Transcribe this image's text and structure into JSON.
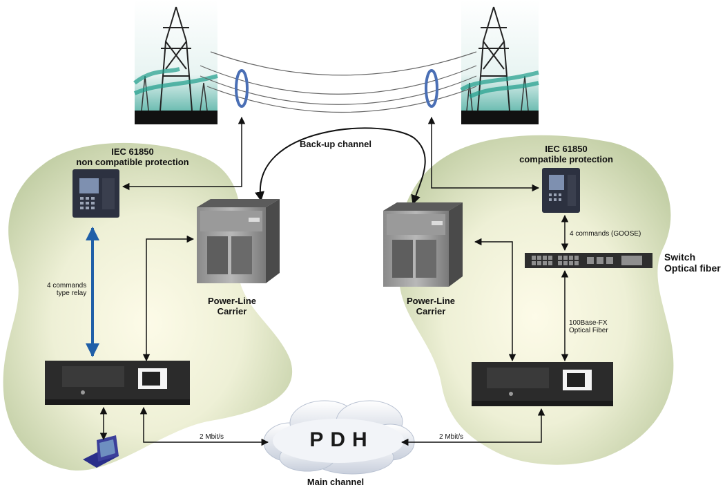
{
  "diagram": {
    "backup_channel": "Back-up channel",
    "main_channel": "Main channel",
    "cloud_label": "PDH",
    "left_site": {
      "protection_title_line1": "IEC 61850",
      "protection_title_line2": "non compatible protection",
      "relay_link_line1": "4 commands",
      "relay_link_line2": "type relay",
      "plc_line1": "Power-Line",
      "plc_line2": "Carrier",
      "wan_rate": "2 Mbit/s"
    },
    "right_site": {
      "protection_title_line1": "IEC 61850",
      "protection_title_line2": "compatible protection",
      "goose_link": "4 commands (GOOSE)",
      "switch_line1": "Switch",
      "switch_line2": "Optical fiber",
      "fiber_line1": "100Base-FX",
      "fiber_line2": "Optical Fiber",
      "plc_line1": "Power-Line",
      "plc_line2": "Carrier",
      "wan_rate": "2 Mbit/s"
    }
  },
  "colors": {
    "site_fill": "#cfd8b4",
    "site_glow": "#fbf8e4",
    "relay_link": "#1f5fa8",
    "connector": "#111111"
  }
}
